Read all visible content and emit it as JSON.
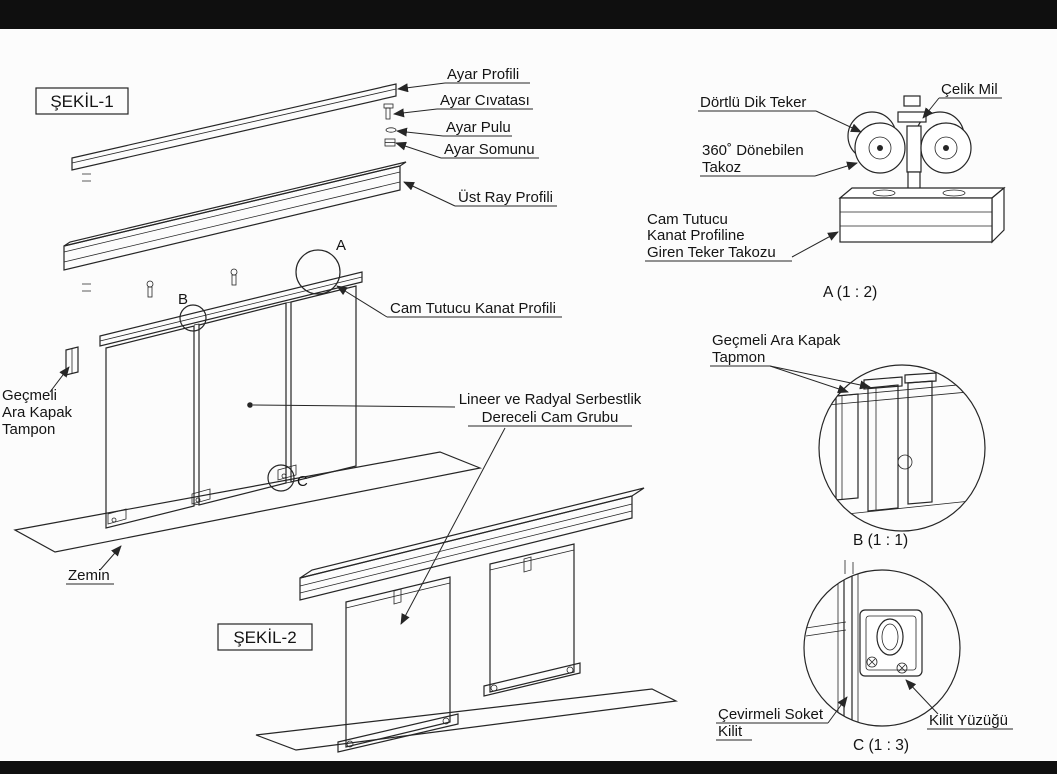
{
  "colors": {
    "background": "#fcfcfc",
    "bar": "#0f0f0f",
    "line": "#262626"
  },
  "figure1": {
    "title": "ŞEKİL-1",
    "callouts": {
      "ayar_profili": "Ayar Profili",
      "ayar_civatasi": "Ayar Cıvatası",
      "ayar_pulu": "Ayar Pulu",
      "ayar_somunu": "Ayar Somunu",
      "ust_ray_profili": "Üst Ray Profili",
      "cam_tutucu_kanat_profili": "Cam Tutucu Kanat Profili",
      "cam_grubu_line1": "Lineer ve Radyal Serbestlik",
      "cam_grubu_line2": "Dereceli Cam Grubu",
      "tampon_line1": "Geçmeli",
      "tampon_line2": "Ara Kapak",
      "tampon_line3": "Tampon",
      "zemin": "Zemin"
    },
    "detail_markers": {
      "a": "A",
      "b": "B",
      "c": "C"
    }
  },
  "figure2": {
    "title": "ŞEKİL-2"
  },
  "detail_a": {
    "caption": "A  (1 : 2)",
    "callouts": {
      "dortlu_dik_teker": "Dörtlü Dik Teker",
      "celik_mil": "Çelik Mil",
      "donebilen_line1": "360˚ Dönebilen",
      "donebilen_line2": "Takoz",
      "teker_takozu_line1": "Cam Tutucu",
      "teker_takozu_line2": "Kanat Profiline",
      "teker_takozu_line3": "Giren Teker Takozu"
    }
  },
  "detail_b": {
    "caption": "B  (1 : 1)",
    "callouts": {
      "tapmon_line1": "Geçmeli Ara Kapak",
      "tapmon_line2": "Tapmon"
    }
  },
  "detail_c": {
    "caption": "C  (1 : 3)",
    "callouts": {
      "soket_line1": "Çevirmeli Soket",
      "soket_line2": "Kilit",
      "kilit_yuzugu": "Kilit Yüzüğü"
    }
  }
}
